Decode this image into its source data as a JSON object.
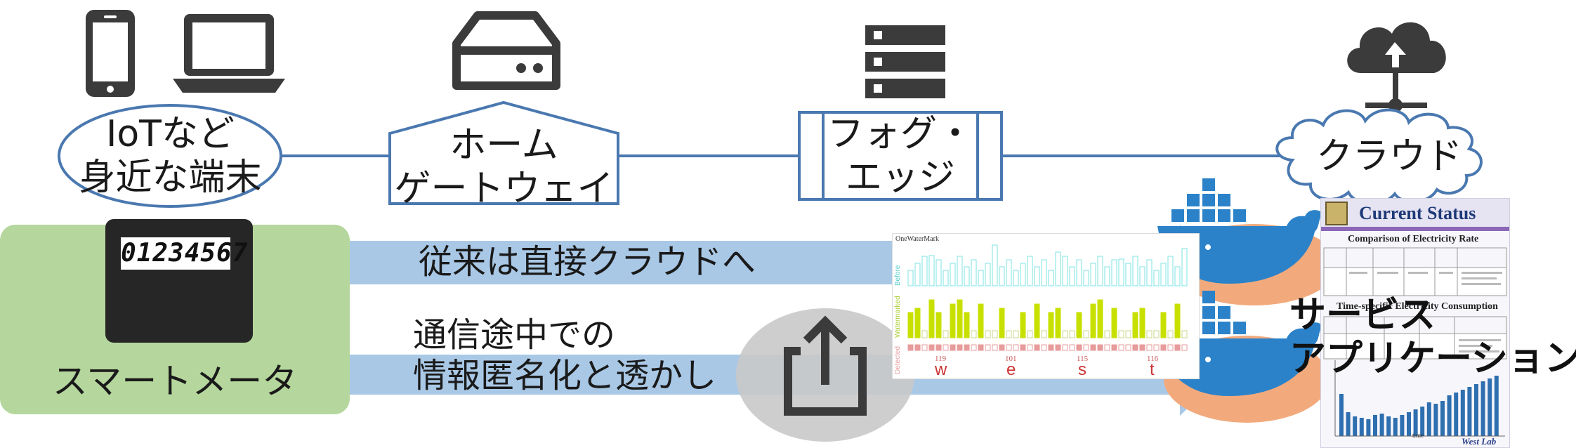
{
  "nodes": [
    {
      "id": "iot",
      "lines": [
        "IoTなど",
        "身近な端末"
      ]
    },
    {
      "id": "gateway",
      "lines": [
        "ホーム",
        "ゲートウェイ"
      ]
    },
    {
      "id": "fog",
      "lines": [
        "フォグ・",
        "エッジ"
      ]
    },
    {
      "id": "cloud",
      "lines": [
        "クラウド"
      ]
    }
  ],
  "smart_meter": {
    "label": "スマートメータ",
    "reading": "01234567"
  },
  "arrows": {
    "upper": {
      "label": "従来は直接クラウドへ"
    },
    "lower": {
      "lines": [
        "通信途中での",
        "情報匿名化と透かし"
      ]
    }
  },
  "service_label": [
    "サービス",
    "アプリケーション"
  ],
  "watermark_chart": {
    "title": "OneWaterMark",
    "rows": [
      "Before",
      "Watermarked",
      "Detected"
    ],
    "numbers": [
      "119",
      "101",
      "115",
      "116"
    ],
    "letters": [
      "w",
      "e",
      "s",
      "t"
    ]
  },
  "current_status": {
    "title": "Current Status",
    "section1": "Comparison of Electricity Rate",
    "section2": "Time-specific Electricity Consumption",
    "footer": "West Lab",
    "xlabel": "time"
  },
  "colors": {
    "line": "#4a78b0",
    "arrow": "#a9c8e6",
    "meter_bg": "#b5d79d",
    "orange": "#f2aa7d",
    "gray_circle": "#c9c9c9",
    "icon": "#3b3b3b",
    "lime": "#c8e000",
    "cyan": "#7fe3e3",
    "docker": "#2b82c9"
  }
}
